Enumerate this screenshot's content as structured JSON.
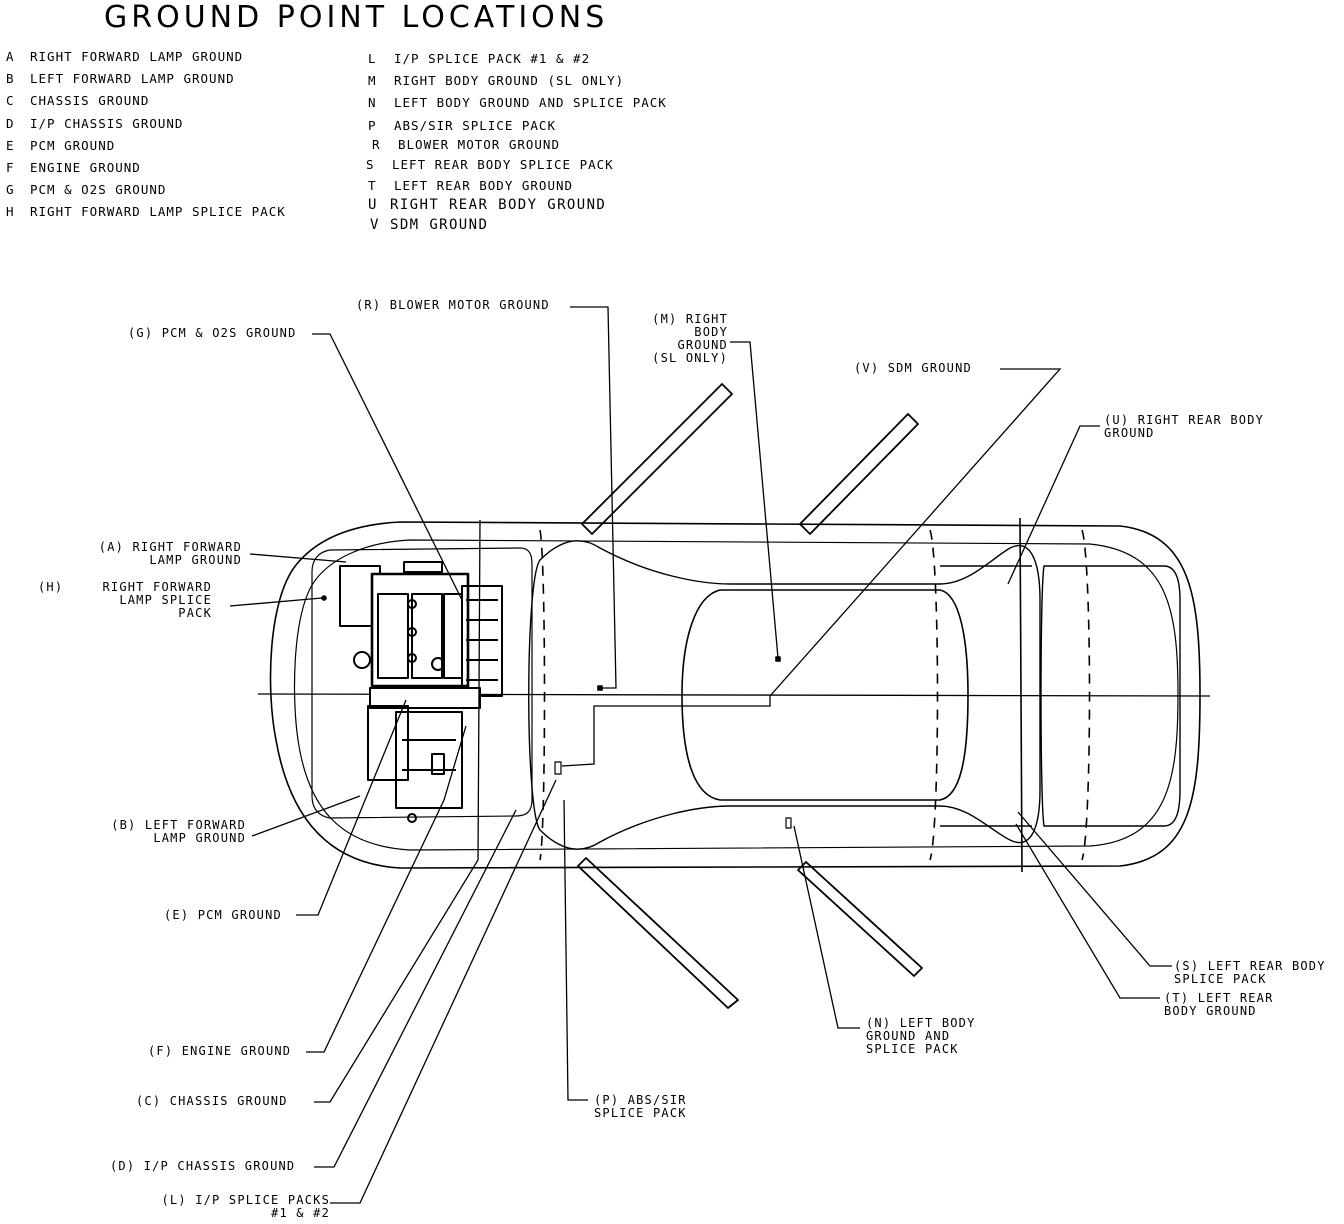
{
  "title": "GROUND POINT LOCATIONS",
  "legend": {
    "col1": [
      {
        "key": "A",
        "text": "RIGHT FORWARD LAMP GROUND"
      },
      {
        "key": "B",
        "text": "LEFT FORWARD LAMP GROUND"
      },
      {
        "key": "C",
        "text": "CHASSIS GROUND"
      },
      {
        "key": "D",
        "text": "I/P CHASSIS GROUND"
      },
      {
        "key": "E",
        "text": "PCM GROUND"
      },
      {
        "key": "F",
        "text": "ENGINE GROUND"
      },
      {
        "key": "G",
        "text": "PCM & O2S GROUND"
      },
      {
        "key": "H",
        "text": "RIGHT FORWARD LAMP SPLICE PACK"
      }
    ],
    "col2": [
      {
        "key": "L",
        "text": "I/P SPLICE PACK #1 & #2"
      },
      {
        "key": "M",
        "text": "RIGHT BODY GROUND (SL ONLY)"
      },
      {
        "key": "N",
        "text": "LEFT BODY GROUND AND SPLICE PACK"
      },
      {
        "key": "P",
        "text": "ABS/SIR SPLICE PACK"
      },
      {
        "key": "R",
        "text": "BLOWER MOTOR GROUND"
      },
      {
        "key": "S",
        "text": "LEFT REAR BODY SPLICE PACK"
      },
      {
        "key": "T",
        "text": "LEFT REAR BODY GROUND"
      },
      {
        "key": "U",
        "text": "RIGHT REAR BODY GROUND"
      },
      {
        "key": "V",
        "text": "SDM GROUND"
      }
    ]
  },
  "callouts": {
    "R": "(R) BLOWER MOTOR GROUND",
    "G": "(G) PCM & O2S GROUND",
    "M": "(M) RIGHT\nBODY\nGROUND\n(SL ONLY)",
    "V": "(V) SDM GROUND",
    "U": "(U) RIGHT REAR BODY\nGROUND",
    "A": "(A) RIGHT FORWARD\nLAMP GROUND",
    "H_key": "(H)",
    "H": "RIGHT FORWARD\nLAMP SPLICE\nPACK",
    "B": "(B) LEFT FORWARD\nLAMP GROUND",
    "E": "(E) PCM GROUND",
    "F": "(F) ENGINE GROUND",
    "C": "(C) CHASSIS GROUND",
    "D": "(D) I/P CHASSIS GROUND",
    "L": "(L) I/P SPLICE PACKS\n#1 & #2",
    "P": "(P) ABS/SIR\nSPLICE PACK",
    "N": "(N) LEFT BODY\nGROUND AND\nSPLICE PACK",
    "S": "(S) LEFT REAR BODY\nSPLICE PACK",
    "T": "(T) LEFT REAR\nBODY GROUND"
  }
}
